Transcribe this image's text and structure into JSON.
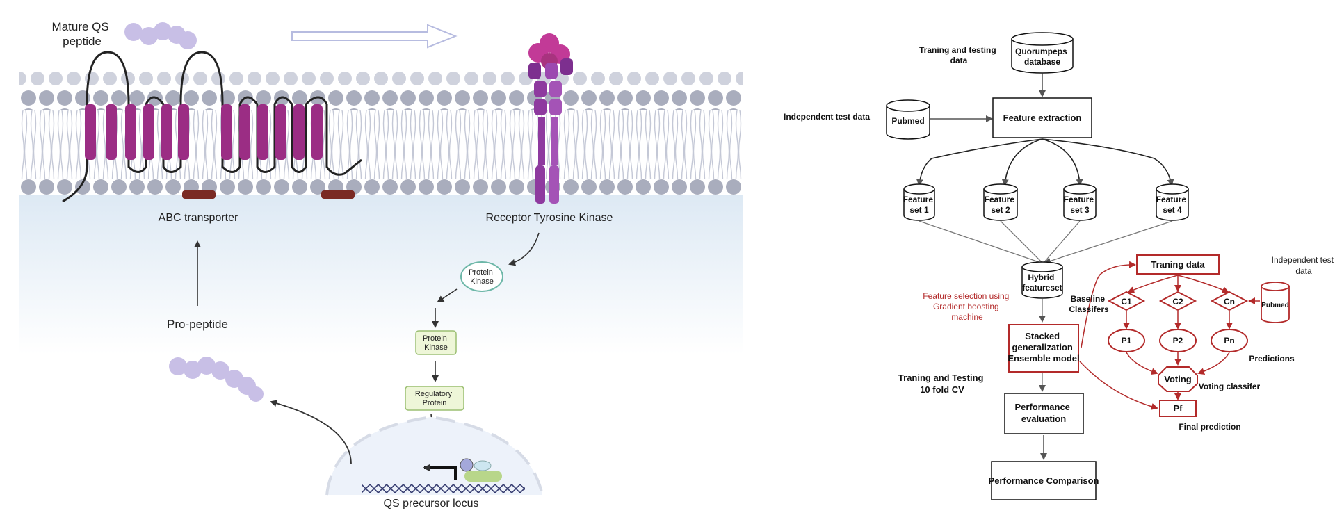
{
  "pathway": {
    "mature_qs_peptide": [
      "Mature QS",
      "peptide"
    ],
    "abc_transporter": "ABC transporter",
    "receptor_tyrosine_kinase": "Receptor Tyrosine Kinase",
    "protein_kinase_1": [
      "Protein",
      "Kinase"
    ],
    "protein_kinase_2": [
      "Protein",
      "Kinase"
    ],
    "regulatory_protein": [
      "Regulatory",
      "Protein"
    ],
    "pro_peptide": "Pro-peptide",
    "qs_precursor_locus": "QS precursor locus"
  },
  "flowchart": {
    "training_testing_data": [
      "Traning  and testing",
      "data"
    ],
    "quorumpeps": [
      "Quorumpeps",
      "database"
    ],
    "independent_test_data_left": "Independent test data",
    "pubmed_left": "Pubmed",
    "feature_extraction": "Feature extraction",
    "feature_sets": [
      [
        "Feature",
        "set 1"
      ],
      [
        "Feature",
        "set 2"
      ],
      [
        "Feature",
        "set 3"
      ],
      [
        "Feature",
        "set 4"
      ]
    ],
    "hybrid": [
      "Hybrid",
      "featureset"
    ],
    "feature_selection": [
      "Feature selection using",
      "Gradient boosting",
      "machine"
    ],
    "stacked": [
      "Stacked",
      "generalization",
      "Ensemble model"
    ],
    "training_cv": [
      "Traning and Testing",
      "10 fold CV"
    ],
    "performance_evaluation": [
      "Performance",
      "evaluation"
    ],
    "performance_comparison": "Performance Comparison",
    "traning_data": "Traning data",
    "baseline": [
      "Baseline",
      "Classifers"
    ],
    "classifiers": [
      "C1",
      "C2",
      "Cn"
    ],
    "predictions_nodes": [
      "P1",
      "P2",
      "Pn"
    ],
    "independent_test_data_right": [
      "Independent test",
      "data"
    ],
    "pubmed_right": "Pubmed",
    "predictions_label": "Predictions",
    "voting": "Voting",
    "voting_classifier": "Voting  classifer",
    "pf": "Pf",
    "final_prediction": "Final prediction"
  },
  "colors": {
    "membrane_head": "#a9adbd",
    "membrane_head_light": "#c9ccd9",
    "protein_purple": "#9b2d84",
    "receptor_purple": "#8e3a9f",
    "peptide_lavender": "#c8bfe6",
    "kinase_green": "#e9f3dc",
    "flow_red": "#b32a2a"
  }
}
